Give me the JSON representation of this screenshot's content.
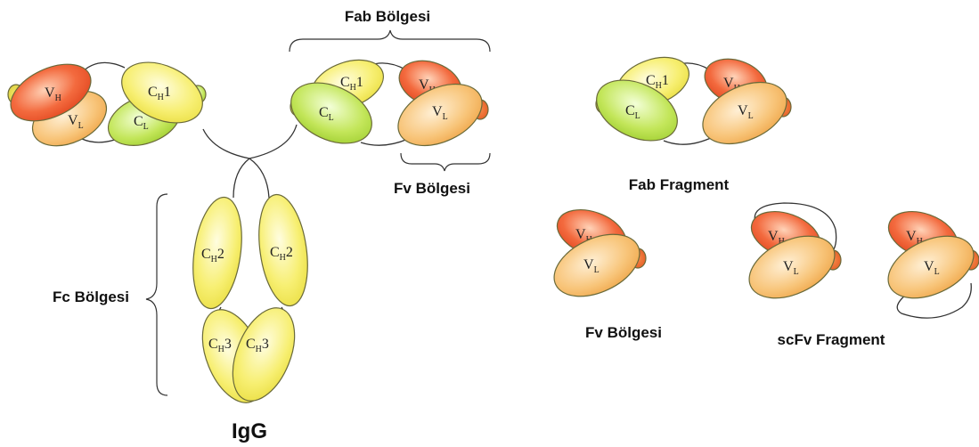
{
  "labels": {
    "fab_region": "Fab Bölgesi",
    "fv_region": "Fv Bölgesi",
    "fc_region": "Fc Bölgesi",
    "igg": "IgG",
    "fab_fragment": "Fab Fragment",
    "fv_region_2": "Fv Bölgesi",
    "scfv_fragment": "scFv Fragment"
  },
  "domains": {
    "vh": {
      "main": "V",
      "sub": "H"
    },
    "vl": {
      "main": "V",
      "sub": "L"
    },
    "ch1": {
      "main": "C",
      "sub": "H",
      "suffix": "1"
    },
    "cl": {
      "main": "C",
      "sub": "L"
    },
    "ch2": {
      "main": "C",
      "sub": "H",
      "suffix": "2"
    },
    "ch3": {
      "main": "C",
      "sub": "H",
      "suffix": "3"
    }
  },
  "colors": {
    "vh": "#f0552e",
    "vl": "#f7b45a",
    "ch": "#f6ec62",
    "cl": "#b9e04a"
  }
}
